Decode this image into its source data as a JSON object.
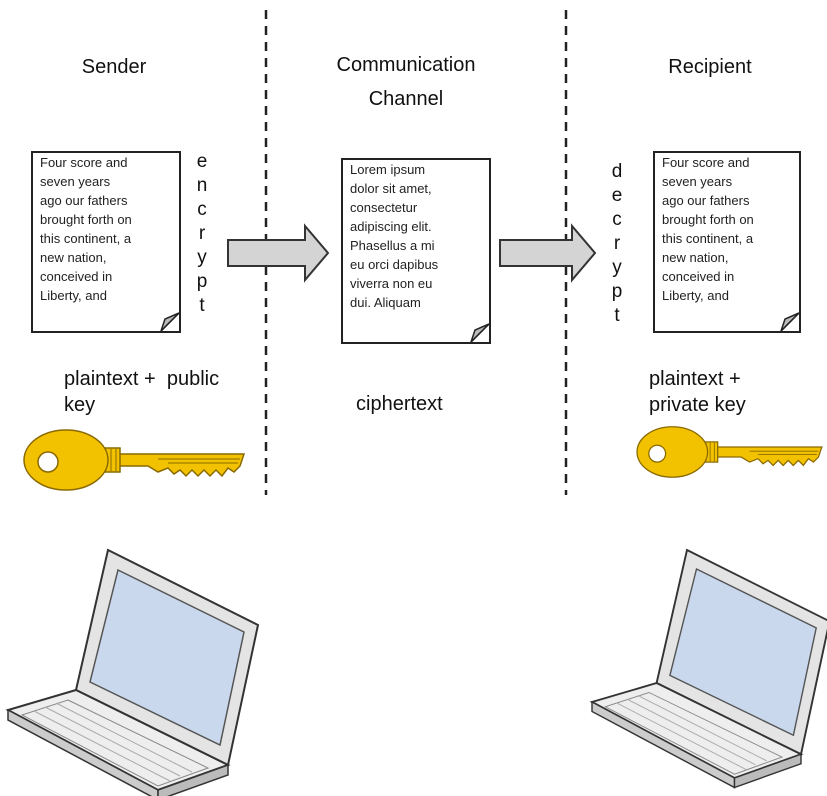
{
  "columns": {
    "sender": "Sender",
    "channel_line1": "Communication",
    "channel_line2": "Channel",
    "recipient": "Recipient"
  },
  "documents": {
    "plaintext_lines": [
      "Four score and",
      "seven years",
      "ago our fathers",
      "brought forth on",
      "this continent, a",
      "new nation,",
      "conceived in",
      "Liberty, and"
    ],
    "ciphertext_lines": [
      "Lorem ipsum",
      "dolor sit amet,",
      "consectetur",
      "adipiscing elit.",
      "Phasellus a mi",
      "eu orci dapibus",
      "viverra non eu",
      "dui. Aliquam"
    ]
  },
  "steps": {
    "encrypt_letters": [
      "e",
      "n",
      "c",
      "r",
      "y",
      "p",
      "t"
    ],
    "decrypt_letters": [
      "d",
      "e",
      "c",
      "r",
      "y",
      "p",
      "t"
    ]
  },
  "labels": {
    "sender_line1": "plaintext +  public",
    "sender_line2": "key",
    "channel": "ciphertext",
    "recipient_line1": "plaintext +",
    "recipient_line2": "private key"
  },
  "colors": {
    "key_gold": "#f2c200",
    "key_outline": "#8a6a00",
    "arrow_fill": "#d4d4d4",
    "screen_blue": "#c9d8ec"
  },
  "icons": [
    "key-icon",
    "laptop-icon",
    "arrow-icon"
  ]
}
